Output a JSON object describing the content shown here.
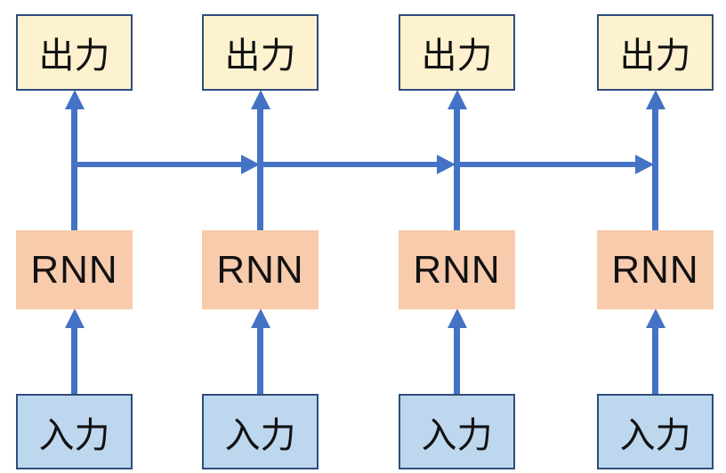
{
  "diagram": {
    "title": "unrolled-rnn-diagram",
    "columns": [
      {
        "output": "出力",
        "rnn": "RNN",
        "input": "入力"
      },
      {
        "output": "出力",
        "rnn": "RNN",
        "input": "入力"
      },
      {
        "output": "出力",
        "rnn": "RNN",
        "input": "入力"
      },
      {
        "output": "出力",
        "rnn": "RNN",
        "input": "入力"
      }
    ],
    "colors": {
      "arrow_blue": "#4472C4",
      "output_fill": "#FCF2CF",
      "rnn_fill": "#F8CBAD",
      "input_fill": "#BDD7EE",
      "box_border": "#2E4D7B",
      "text": "#111111"
    }
  }
}
